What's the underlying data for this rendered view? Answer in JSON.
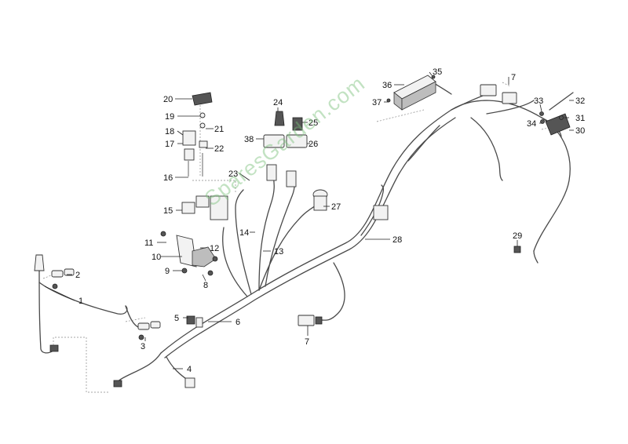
{
  "watermark": "SparesGarden.com",
  "colors": {
    "background": "#ffffff",
    "line": "#4a4a4a",
    "watermark": "#7dbe7d"
  },
  "callouts": {
    "c1": "1",
    "c2": "2",
    "c3": "3",
    "c4": "4",
    "c5": "5",
    "c6": "6",
    "c7a": "7",
    "c7b": "7",
    "c8": "8",
    "c9": "9",
    "c10": "10",
    "c11": "11",
    "c12": "12",
    "c13": "13",
    "c14": "14",
    "c15": "15",
    "c16": "16",
    "c17": "17",
    "c18": "18",
    "c19": "19",
    "c20": "20",
    "c21": "21",
    "c22": "22",
    "c23": "23",
    "c24": "24",
    "c25": "25",
    "c26": "26",
    "c27": "27",
    "c28": "28",
    "c29": "29",
    "c30": "30",
    "c31": "31",
    "c32": "32",
    "c33": "33",
    "c34": "34",
    "c35": "35",
    "c36": "36",
    "c37": "37",
    "c38": "38"
  }
}
